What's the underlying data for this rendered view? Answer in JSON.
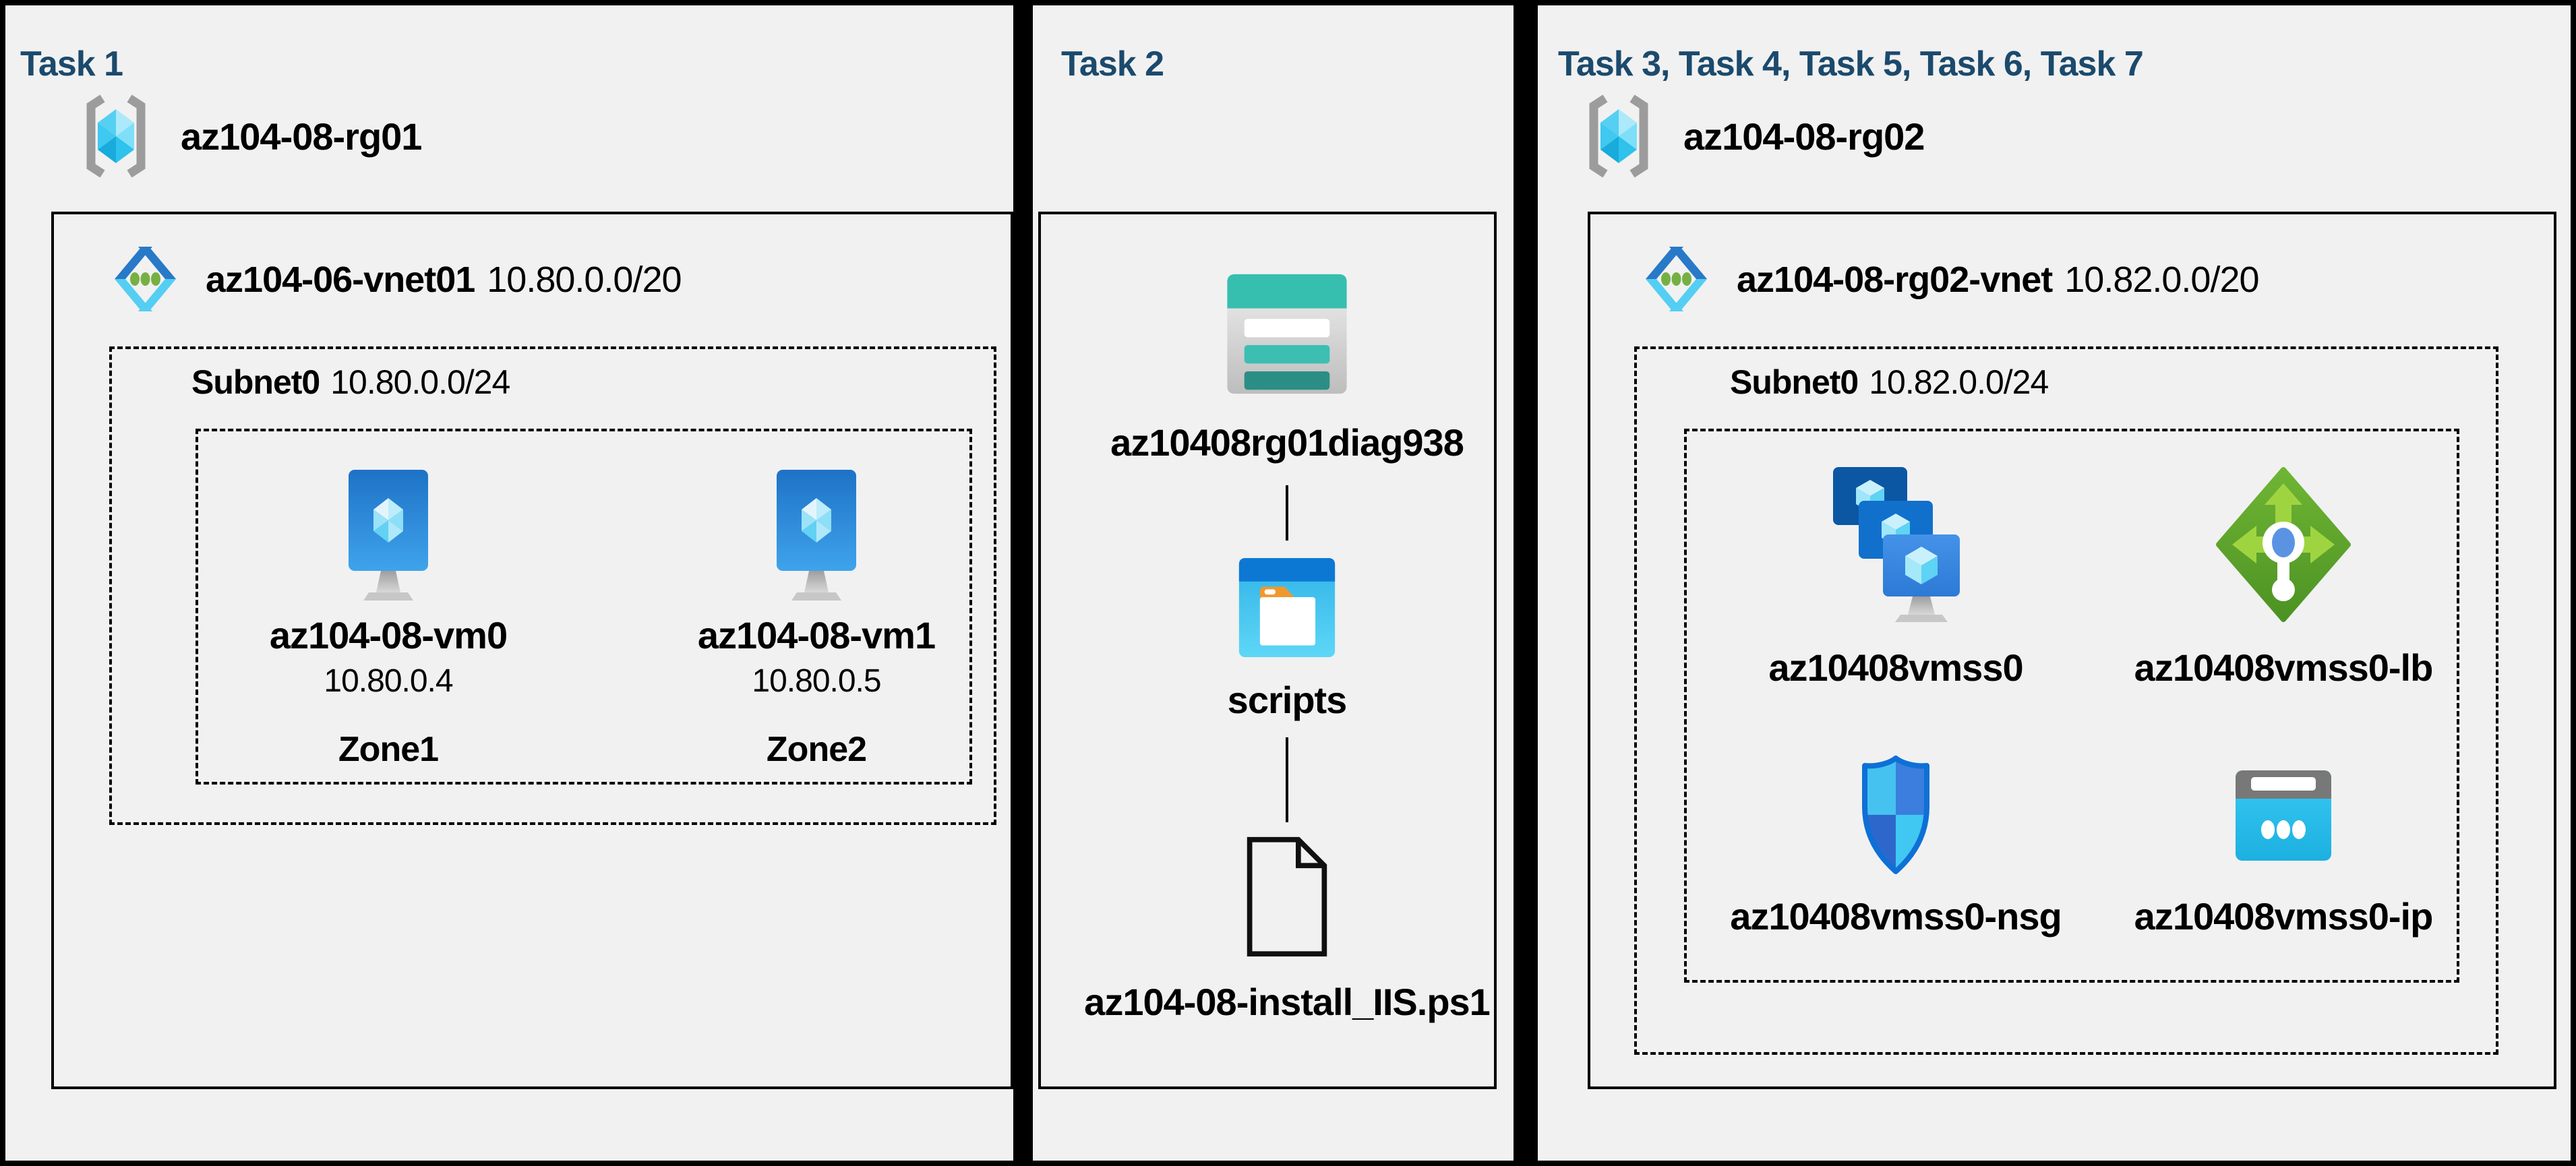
{
  "colors": {
    "panel_background": "#f1f1f1",
    "outline": "#000000",
    "heading": "#1b4a6d",
    "label_text": "#000000",
    "vnet_green_dot": "#76b043",
    "storage_teal": "#36bfae",
    "lb_green": "#5aa52c",
    "azure_blue": "#2879c8"
  },
  "panels": [
    {
      "title": "Task 1",
      "resource_group": "az104-08-rg01",
      "vnet": {
        "name": "az104-06-vnet01",
        "cidr": "10.80.0.0/20"
      },
      "subnet": {
        "name": "Subnet0",
        "cidr": "10.80.0.0/24"
      },
      "vms": [
        {
          "name": "az104-08-vm0",
          "ip": "10.80.0.4",
          "zone": "Zone1"
        },
        {
          "name": "az104-08-vm1",
          "ip": "10.80.0.5",
          "zone": "Zone2"
        }
      ]
    },
    {
      "title": "Task 2",
      "storage_account": "az10408rg01diag938",
      "container": "scripts",
      "script_file": "az104-08-install_IIS.ps1"
    },
    {
      "title": "Task 3, Task 4, Task 5, Task 6, Task 7",
      "resource_group": "az104-08-rg02",
      "vnet": {
        "name": "az104-08-rg02-vnet",
        "cidr": "10.82.0.0/20"
      },
      "subnet": {
        "name": "Subnet0",
        "cidr": "10.82.0.0/24"
      },
      "resources": [
        {
          "name": "az10408vmss0",
          "type": "virtual-machine-scale-set"
        },
        {
          "name": "az10408vmss0-lb",
          "type": "load-balancer"
        },
        {
          "name": "az10408vmss0-nsg",
          "type": "network-security-group"
        },
        {
          "name": "az10408vmss0-ip",
          "type": "public-ip-address"
        }
      ]
    }
  ],
  "icons": {
    "resource_group": "resource-group-icon",
    "virtual_network": "virtual-network-icon",
    "virtual_machine": "virtual-machine-icon",
    "storage_account": "storage-account-icon",
    "blob_container": "blob-container-icon",
    "script_file": "file-icon",
    "vm_scale_set": "vm-scale-set-icon",
    "load_balancer": "load-balancer-icon",
    "network_security_group": "network-security-group-icon",
    "public_ip": "public-ip-icon"
  }
}
